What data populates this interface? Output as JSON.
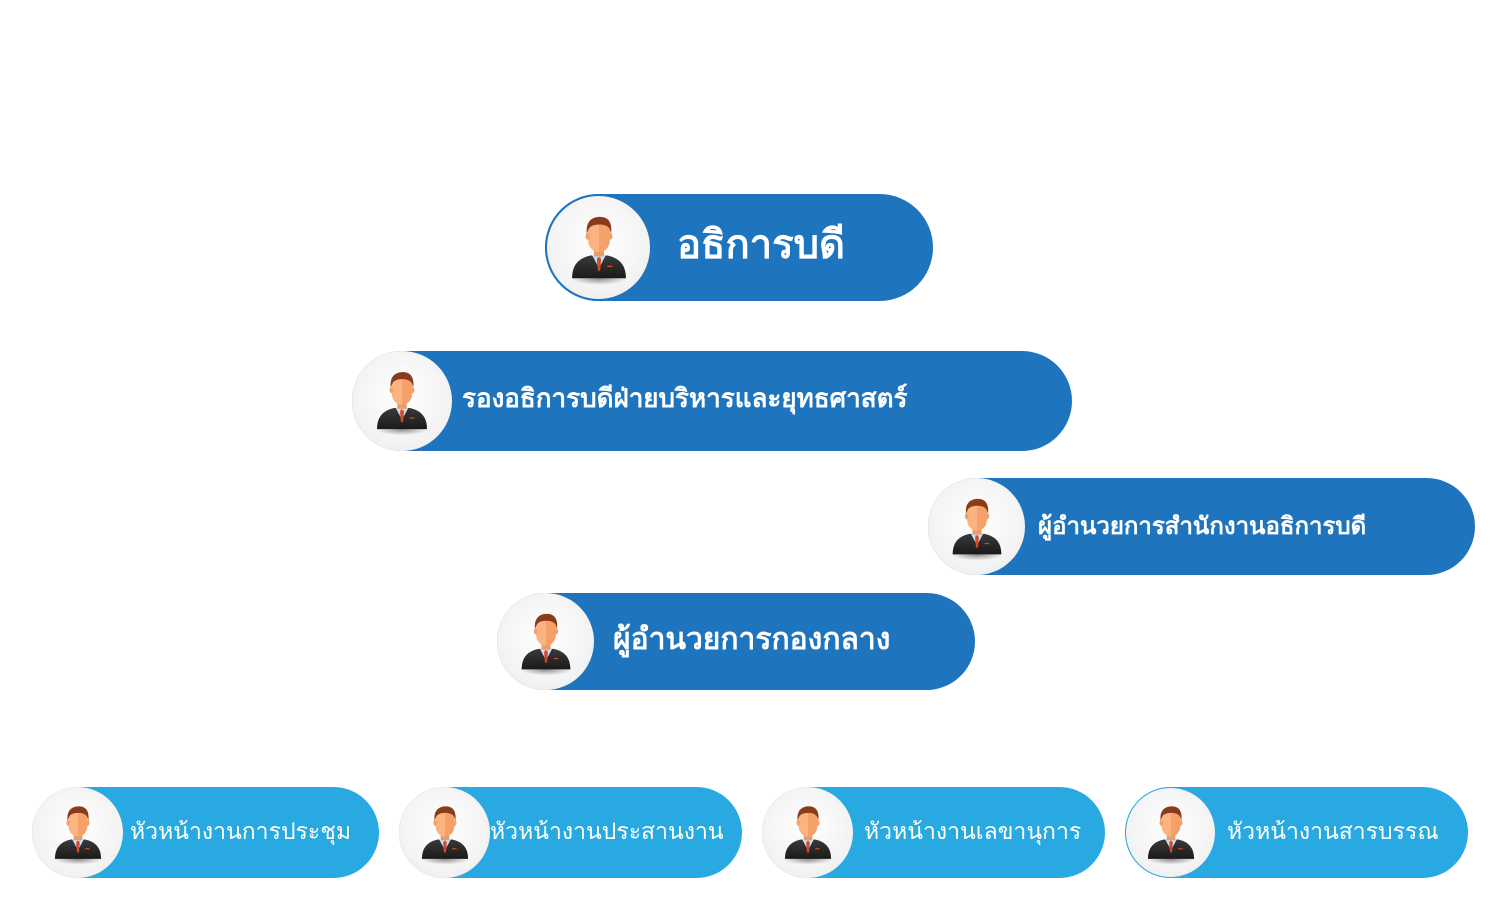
{
  "colors": {
    "executive_fill": "#1f74be",
    "staff_fill": "#29a9e1",
    "avatar_bg": "#f4f4f4",
    "text": "#ffffff"
  },
  "org_chart": {
    "director_general": {
      "title": "อธิการบดี",
      "icon": "businessman-avatar-icon"
    },
    "deputy": {
      "title": "รองอธิการบดีฝ่ายบริหารและยุทธศาสตร์",
      "icon": "businessman-avatar-icon"
    },
    "office_director": {
      "title": "ผู้อำนวยการสำนักงานอธิการบดี",
      "icon": "businessman-avatar-icon"
    },
    "central_division_director": {
      "title": "ผู้อำนวยการกองกลาง",
      "icon": "businessman-avatar-icon"
    },
    "section_heads": [
      {
        "title": "หัวหน้างานการประชุม",
        "icon": "businessman-avatar-icon"
      },
      {
        "title": "หัวหน้างานประสานงาน",
        "icon": "businessman-avatar-icon"
      },
      {
        "title": "หัวหน้างานเลขานุการ",
        "icon": "businessman-avatar-icon"
      },
      {
        "title": "หัวหน้างานสารบรรณ",
        "icon": "businessman-avatar-icon"
      }
    ]
  }
}
